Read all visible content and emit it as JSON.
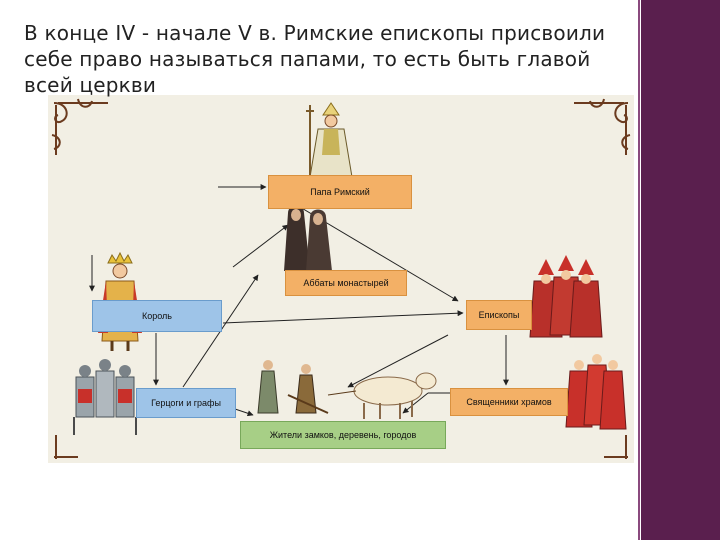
{
  "slide": {
    "title": "В конце IV - начале V в. Римские епископы присвоили себе право называться папами, то есть быть главой всей церкви"
  },
  "colors": {
    "accent_bar": "#5a1f4e",
    "box_orange": "#f3b066",
    "box_blue": "#9ec4e8",
    "box_green": "#a7cf86",
    "parchment": "#f2efe4"
  },
  "diagram": {
    "boxes": {
      "pope": "Папа Римский",
      "abbots": "Аббаты монастырей",
      "king": "Король",
      "bishops": "Епископы",
      "dukes": "Герцоги и графы",
      "priests": "Священники храмов",
      "residents": "Жители замков, деревень, городов"
    },
    "figures": [
      "pope-figure",
      "monks-figure",
      "king-figure",
      "bishops-figure",
      "knights-figure",
      "priests-figure",
      "peasants-plowing-figure"
    ]
  }
}
